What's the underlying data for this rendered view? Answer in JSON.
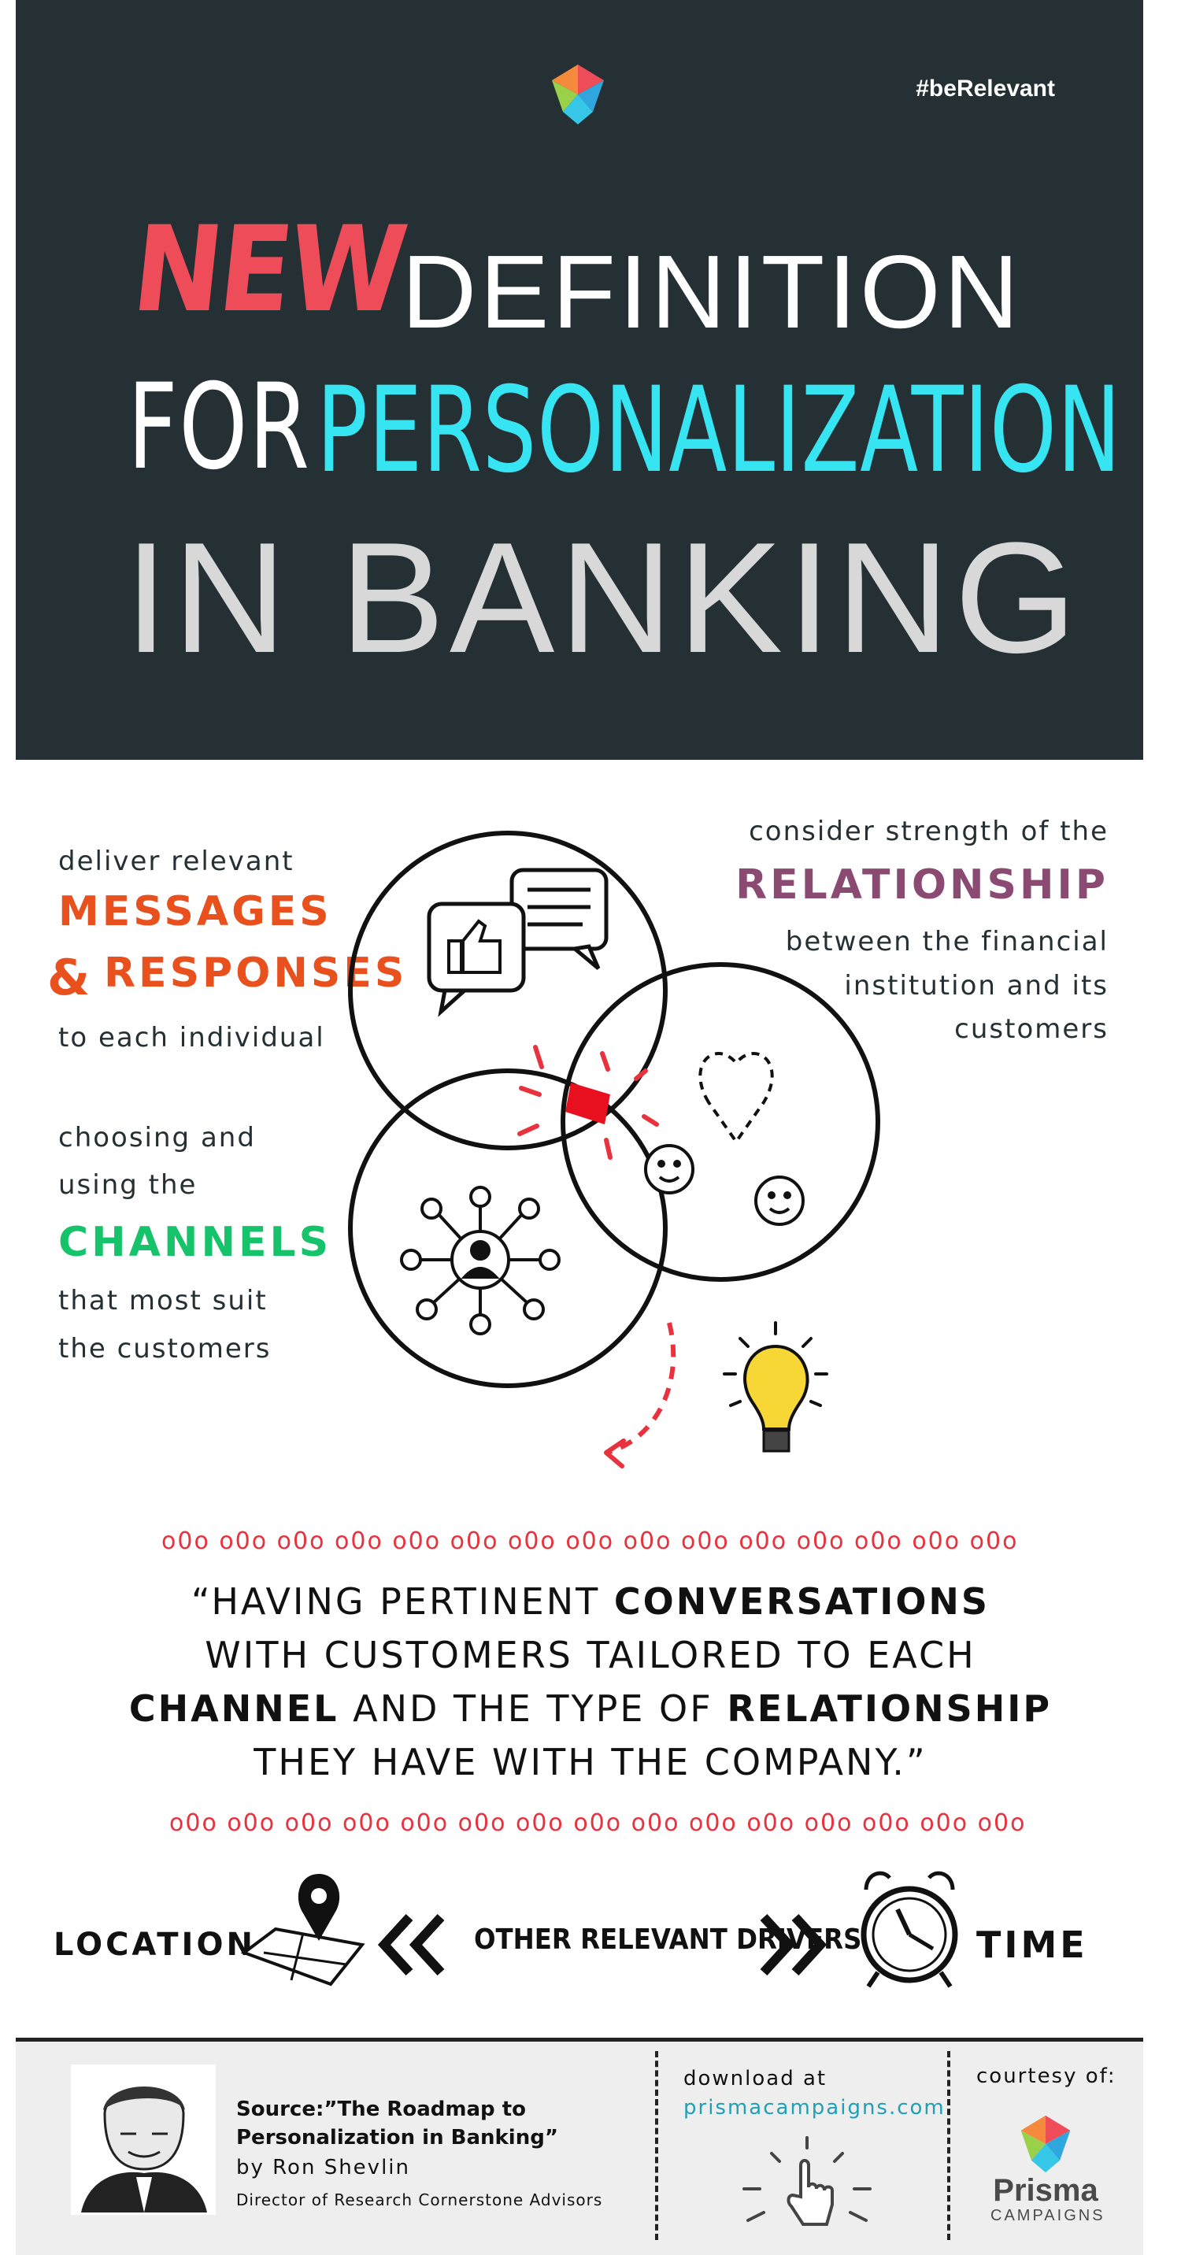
{
  "header": {
    "hashtag": "#beRelevant",
    "title_new": "NEW",
    "title_definition": "DEFINITION",
    "title_for": "FOR",
    "title_personalization": "PERSONALIZATION",
    "title_banking": "IN BANKING"
  },
  "left_top": {
    "line1": "deliver relevant",
    "line2": "MESSAGES",
    "line3_amp": "&",
    "line3_rest": "RESPONSES",
    "line4": "to each individual"
  },
  "left_bottom": {
    "line1": "choosing and",
    "line2": "using the",
    "line3": "CHANNELS",
    "line4": "that most suit",
    "line5": "the customers"
  },
  "right_top": {
    "line1": "consider strength of the",
    "line2": "RELATIONSHIP",
    "line3": "between the financial",
    "line4": "institution and its",
    "line5": "customers"
  },
  "quote": {
    "l1a": "“HAVING PERTINENT ",
    "l1b": "CONVERSATIONS",
    "l2": "WITH CUSTOMERS TAILORED TO EACH",
    "l3a": "CHANNEL",
    "l3b": " AND THE TYPE OF ",
    "l3c": "RELATIONSHIP",
    "l4": "THEY HAVE WITH THE COMPANY.”"
  },
  "drivers": {
    "left": "LOCATION",
    "middle": "OTHER RELEVANT DRIVERS",
    "right": "TIME"
  },
  "footer": {
    "source_line1": "Source:”The Roadmap to",
    "source_line2": "Personalization in Banking”",
    "author": "by Ron Shevlin",
    "author_title": "Director of Research Cornerstone Advisors",
    "download_label": "download at",
    "download_url": "prismacampaigns.com",
    "courtesy_label": "courtesy of:",
    "brand_name": "Prisma",
    "brand_sub": "CAMPAIGNS"
  },
  "colors": {
    "header_bg": "#253034",
    "new_red": "#ef4c5a",
    "personalization_cyan": "#36e4f2",
    "banking_gray": "#d8d8d8",
    "messages_orange": "#e8501e",
    "channels_green": "#16c36a",
    "relationship_purple": "#8a4a72",
    "accent_red": "#e8323e",
    "link_teal": "#1f9fb8",
    "bulb_yellow": "#f6d735"
  },
  "icons": [
    "prisma-logo-icon",
    "chat-bubbles-icon",
    "thumbs-up-icon",
    "heart-icon",
    "faces-icon",
    "network-person-icon",
    "lightbulb-icon",
    "map-pin-icon",
    "double-chevron-left-icon",
    "double-chevron-right-icon",
    "alarm-clock-icon",
    "pointing-hand-icon"
  ]
}
